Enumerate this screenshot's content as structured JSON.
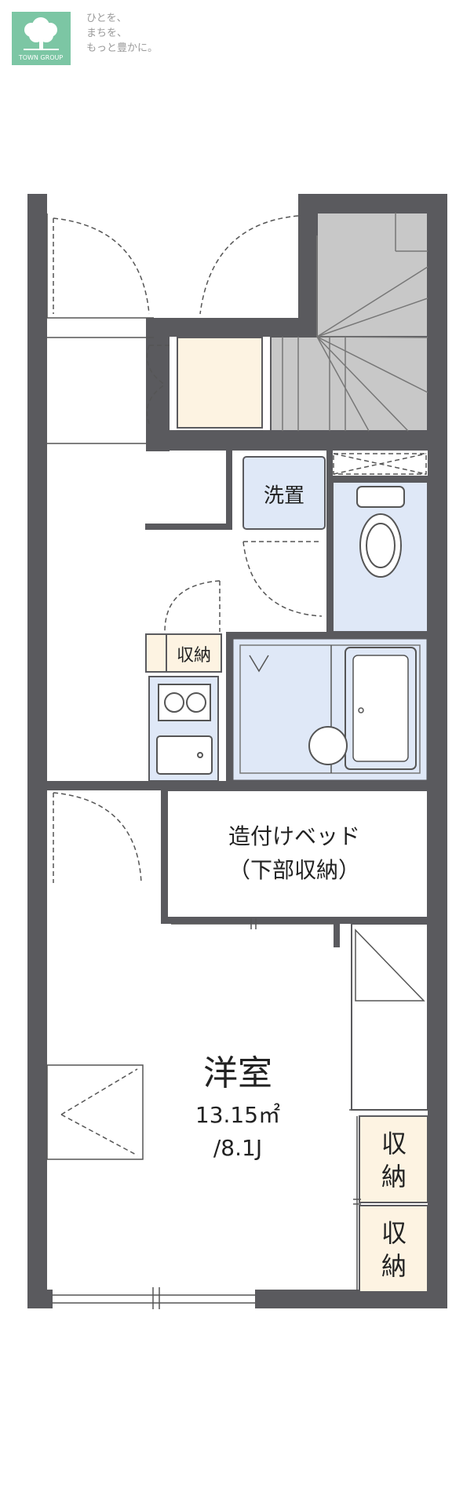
{
  "brand": {
    "name": "TOWN GROUP",
    "tagline": [
      "ひとを、",
      "まちを、",
      "もっと豊かに。"
    ]
  },
  "rooms": {
    "laundry": "洗置",
    "storage_small": "収納",
    "bed_line1": "造付けベッド",
    "bed_line2": "（下部収納）",
    "main_room": "洋室",
    "main_area": "13.15㎡",
    "main_size": "/8.1J",
    "closet1_a": "収",
    "closet1_b": "納",
    "closet2_a": "収",
    "closet2_b": "納"
  },
  "colors": {
    "wall": "#5a5a5e",
    "wet_area": "#dfe8f7",
    "storage": "#fdf3e2",
    "stairs": "#c8c8c8",
    "logo_green": "#7cc6a4"
  }
}
